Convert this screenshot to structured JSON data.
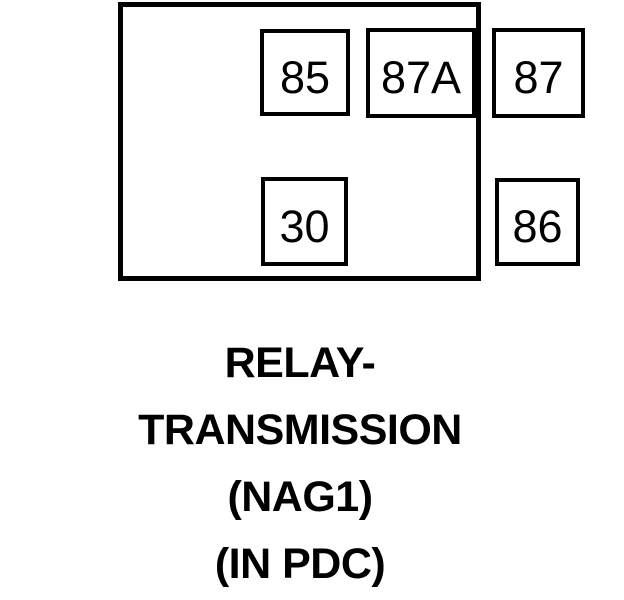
{
  "diagram": {
    "kind": "relay-pinout",
    "colors": {
      "line": "#000000",
      "background": "#ffffff"
    },
    "pins": [
      {
        "label": "85"
      },
      {
        "label": "87A"
      },
      {
        "label": "87"
      },
      {
        "label": "30"
      },
      {
        "label": "86"
      }
    ]
  },
  "caption": {
    "lines": [
      "RELAY-",
      "TRANSMISSION",
      "(NAG1)",
      "(IN PDC)"
    ]
  }
}
